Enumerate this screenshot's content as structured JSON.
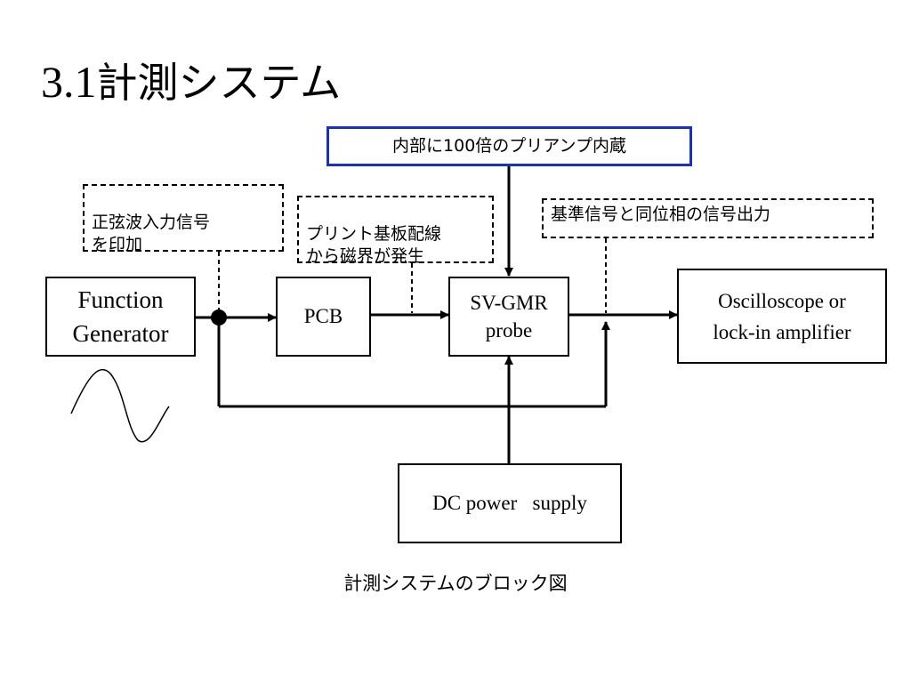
{
  "title": {
    "number": "3.1",
    "text": "計測システム"
  },
  "blocks": {
    "function_generator": "Function\nGenerator",
    "pcb": "PCB",
    "probe": "SV-GMR\nprobe",
    "oscilloscope": "Oscilloscope or\nlock-in amplifier",
    "dc_supply": "DC power   supply"
  },
  "notes": {
    "preamp": "内部に100倍のプリアンプ内蔵",
    "sine_input": "正弦波入力信号\nを印加",
    "pcb_field": "プリント基板配線\nから磁界が発生",
    "reference": "基準信号と同位相の信号出力"
  },
  "caption": "計測システムのブロック図"
}
